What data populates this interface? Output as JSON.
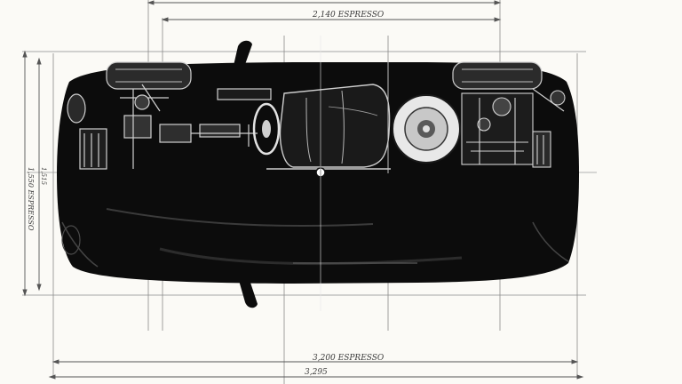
{
  "drawing": {
    "colors": {
      "paper": "#fbfaf6",
      "ink": "#0c0c0c",
      "line": "#6d6d6d",
      "highlight": "#d8d8d8"
    },
    "dimensions": {
      "top_total": "2,140 ESPRESSO",
      "left_total": "1,550 ESPRESSO",
      "left_partial": "1,515",
      "bottom_length": "3,200 ESPRESSO",
      "bottom_overall": "3,295"
    },
    "icons": [
      "spare-wheel-icon",
      "engine-icon",
      "steering-wheel-icon",
      "wheel-icon"
    ]
  }
}
